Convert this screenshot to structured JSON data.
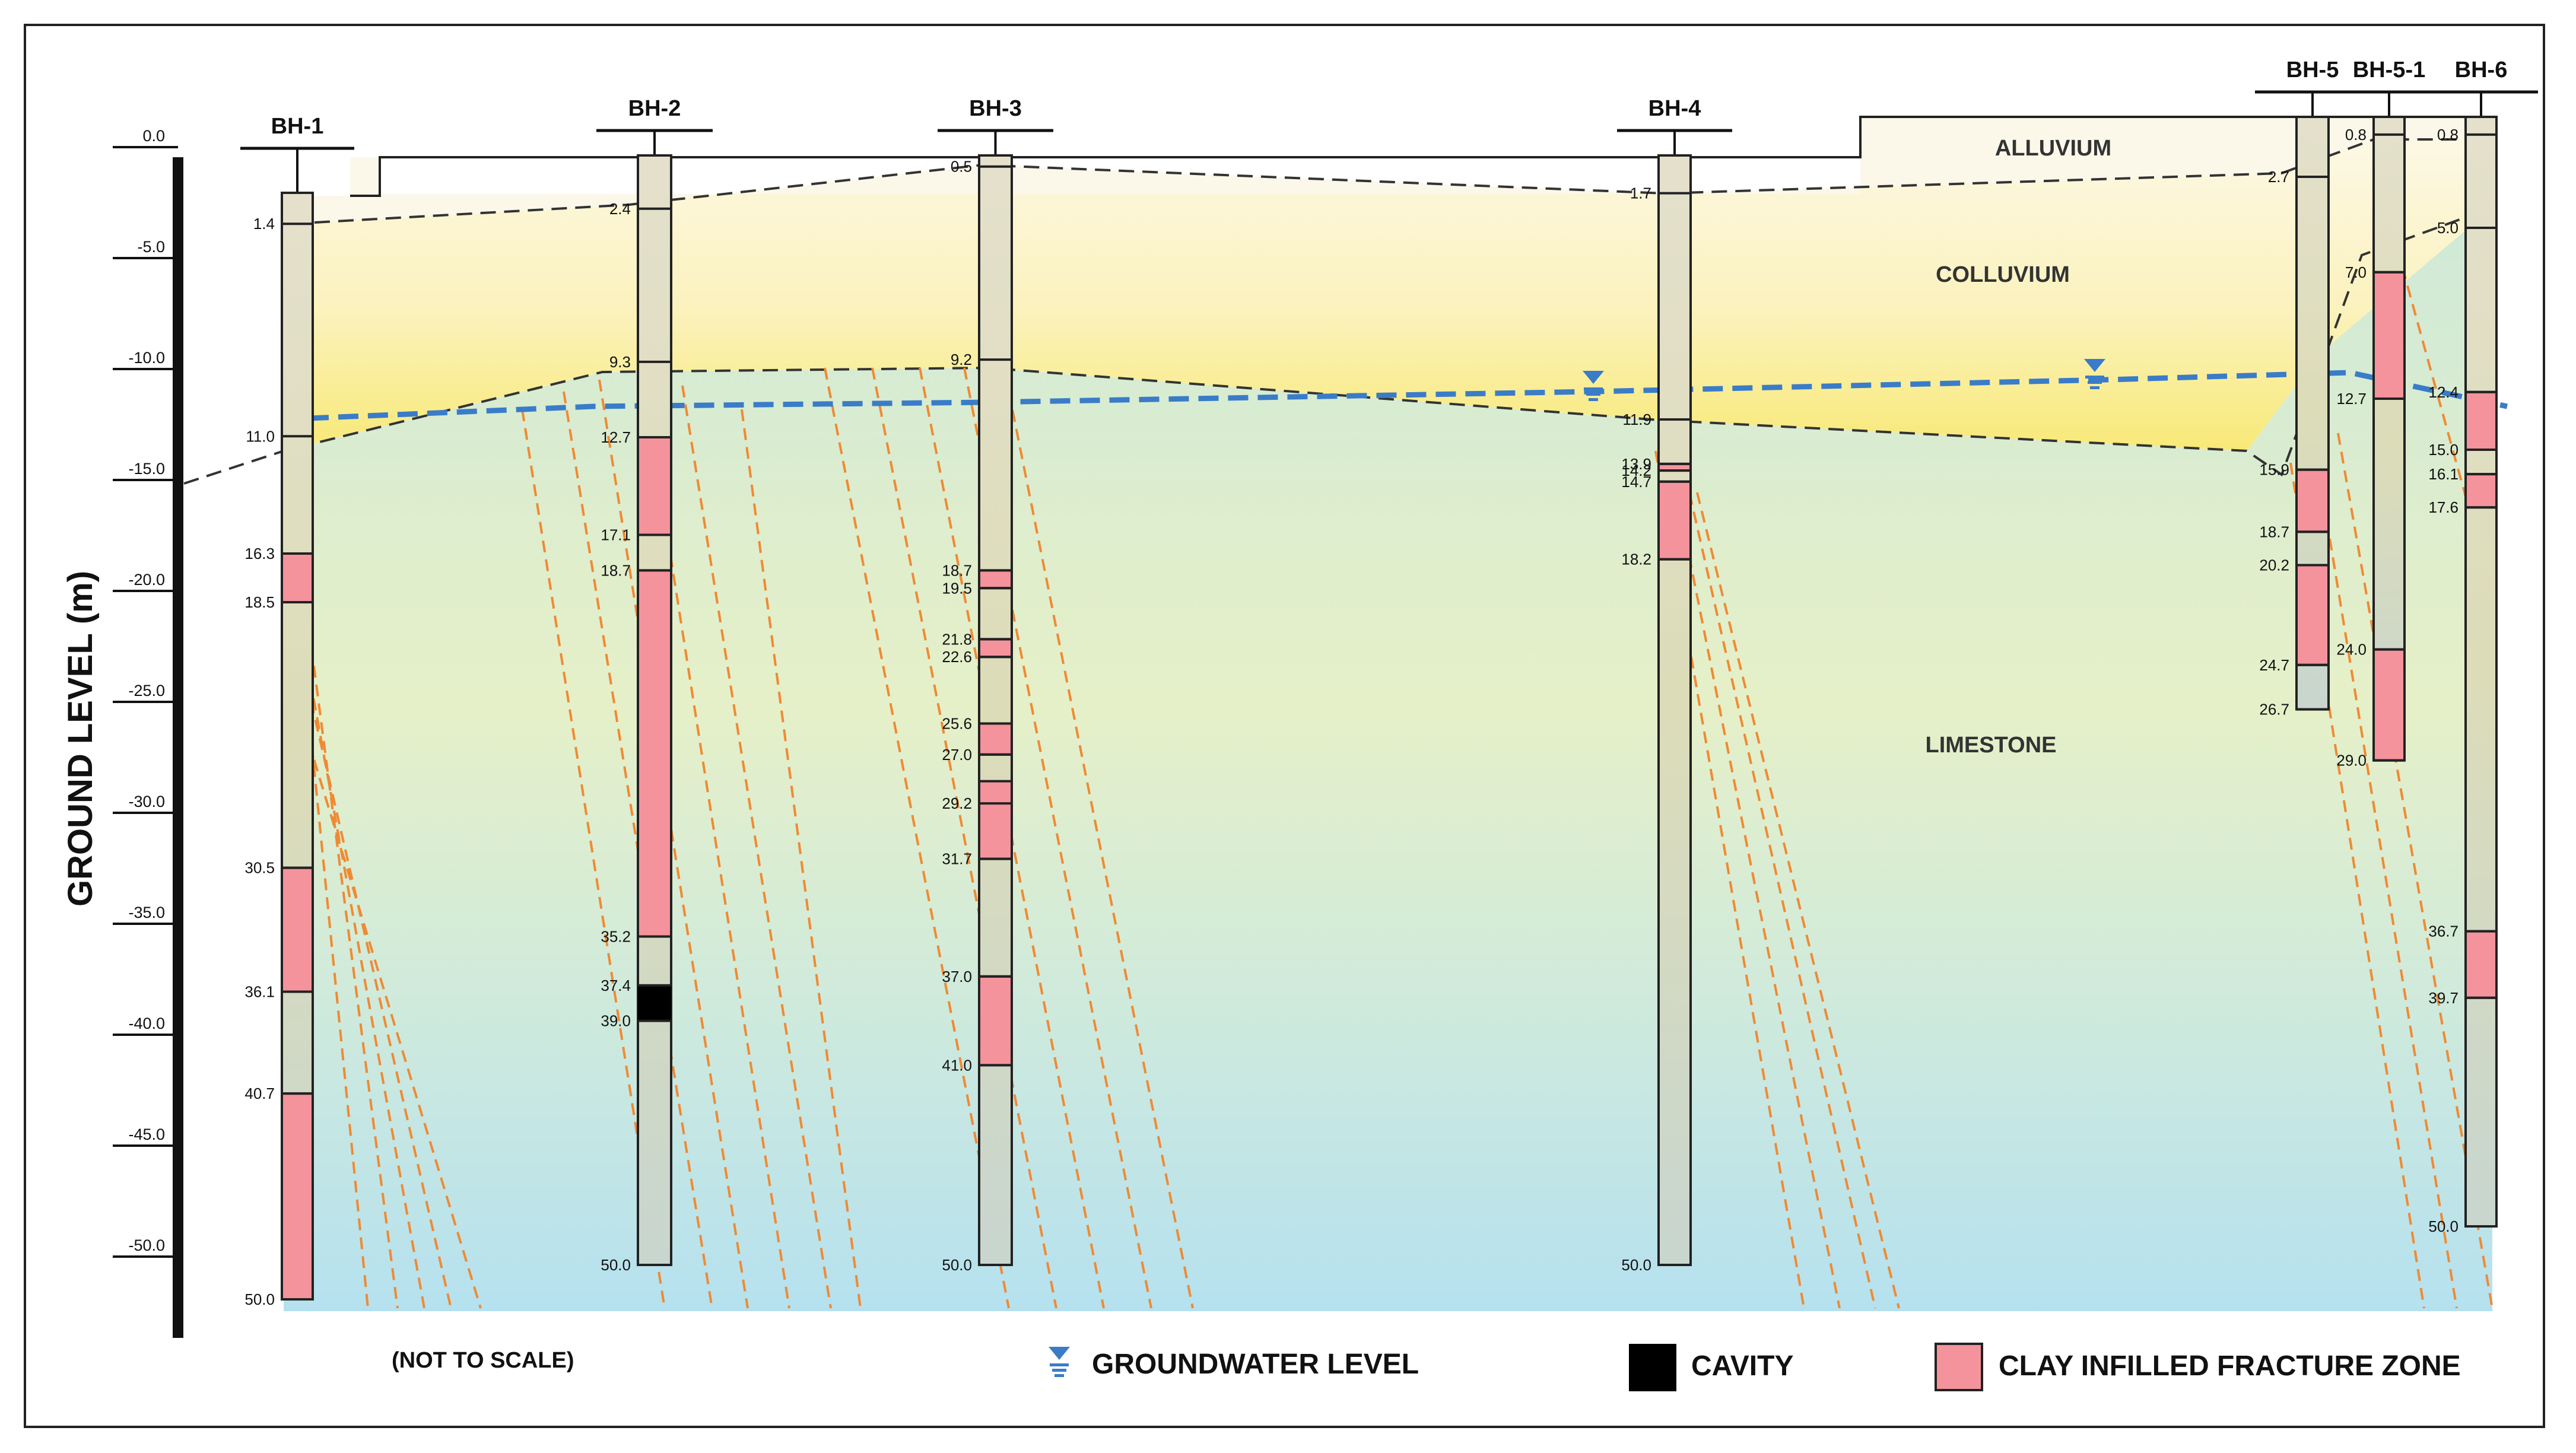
{
  "axis": {
    "title": "GROUND LEVEL (m)",
    "ticks": [
      "0.0",
      "-5.0",
      "-10.0",
      "-15.0",
      "-20.0",
      "-25.0",
      "-30.0",
      "-35.0",
      "-40.0",
      "-45.0",
      "-50.0"
    ],
    "tick_values": [
      0,
      -5,
      -10,
      -15,
      -20,
      -25,
      -30,
      -35,
      -40,
      -45,
      -50
    ]
  },
  "note": "(NOT TO SCALE)",
  "layers": {
    "alluvium": "ALLUVIUM",
    "colluvium": "COLLUVIUM",
    "limestone": "LIMESTONE"
  },
  "colors": {
    "alluvium": "#fbf8ea",
    "colluvium": "#f9ef9c",
    "limestone_top": "#c9e6d4",
    "limestone_bottom": "#b7e3ef",
    "clay": "#f4939b",
    "cavity": "#000000",
    "groundwater": "#3a7cc8",
    "fracture": "#ef8a34",
    "boundary": "#333333"
  },
  "boreholes": [
    {
      "id": "BH-1",
      "labels": [
        {
          "text": "1.4",
          "depth": 1.4
        },
        {
          "text": "11.0",
          "depth": 11.0
        },
        {
          "text": "16.3",
          "depth": 16.3
        },
        {
          "text": "18.5",
          "depth": 18.5
        },
        {
          "text": "30.5",
          "depth": 30.5
        },
        {
          "text": "36.1",
          "depth": 36.1
        },
        {
          "text": "40.7",
          "depth": 40.7
        },
        {
          "text": "50.0",
          "depth": 50.0
        }
      ],
      "clay": [
        [
          16.3,
          18.5
        ],
        [
          30.5,
          36.1
        ],
        [
          40.7,
          50.0
        ]
      ],
      "cavity": []
    },
    {
      "id": "BH-2",
      "labels": [
        {
          "text": "2.4",
          "depth": 2.4
        },
        {
          "text": "9.3",
          "depth": 9.3
        },
        {
          "text": "12.7",
          "depth": 12.7
        },
        {
          "text": "17.1",
          "depth": 17.1
        },
        {
          "text": "18.7",
          "depth": 18.7
        },
        {
          "text": "35.2",
          "depth": 35.2
        },
        {
          "text": "37.4",
          "depth": 37.4
        },
        {
          "text": "39.0",
          "depth": 39.0
        },
        {
          "text": "50.0",
          "depth": 50.0
        }
      ],
      "clay": [
        [
          12.7,
          17.1
        ],
        [
          18.7,
          35.2
        ]
      ],
      "cavity": [
        [
          37.4,
          39.0
        ]
      ]
    },
    {
      "id": "BH-3",
      "labels": [
        {
          "text": "0.5",
          "depth": 0.5
        },
        {
          "text": "9.2",
          "depth": 9.2
        },
        {
          "text": "18.7",
          "depth": 18.7
        },
        {
          "text": "19.5",
          "depth": 19.5
        },
        {
          "text": "21.8",
          "depth": 21.8
        },
        {
          "text": "22.6",
          "depth": 22.6
        },
        {
          "text": "25.6",
          "depth": 25.6
        },
        {
          "text": "27.0",
          "depth": 27.0
        },
        {
          "text": "29.2",
          "depth": 29.2
        },
        {
          "text": "31.7",
          "depth": 31.7
        },
        {
          "text": "37.0",
          "depth": 37.0
        },
        {
          "text": "41.0",
          "depth": 41.0
        },
        {
          "text": "50.0",
          "depth": 50.0
        }
      ],
      "clay": [
        [
          18.7,
          19.5
        ],
        [
          21.8,
          22.6
        ],
        [
          25.6,
          27.0
        ],
        [
          28.2,
          31.7
        ],
        [
          37.0,
          41.0
        ]
      ],
      "cavity": []
    },
    {
      "id": "BH-4",
      "labels": [
        {
          "text": "1.7",
          "depth": 1.7
        },
        {
          "text": "11.9",
          "depth": 11.9
        },
        {
          "text": "13.9",
          "depth": 13.9
        },
        {
          "text": "14.2",
          "depth": 14.2
        },
        {
          "text": "14.7",
          "depth": 14.7
        },
        {
          "text": "18.2",
          "depth": 18.2
        },
        {
          "text": "50.0",
          "depth": 50.0
        }
      ],
      "clay": [
        [
          13.9,
          14.2
        ],
        [
          14.7,
          18.2
        ]
      ],
      "cavity": []
    },
    {
      "id": "BH-5",
      "labels": [
        {
          "text": "2.7",
          "depth": 2.7
        },
        {
          "text": "15.9",
          "depth": 15.9
        },
        {
          "text": "18.7",
          "depth": 18.7
        },
        {
          "text": "20.2",
          "depth": 20.2
        },
        {
          "text": "24.7",
          "depth": 24.7
        },
        {
          "text": "26.7",
          "depth": 26.7
        }
      ],
      "clay": [
        [
          15.9,
          18.7
        ],
        [
          20.2,
          24.7
        ]
      ],
      "cavity": []
    },
    {
      "id": "BH-5-1",
      "labels": [
        {
          "text": "0.8",
          "depth": 0.8
        },
        {
          "text": "7.0",
          "depth": 7.0
        },
        {
          "text": "12.7",
          "depth": 12.7
        },
        {
          "text": "24.0",
          "depth": 24.0
        },
        {
          "text": "29.0",
          "depth": 29.0
        }
      ],
      "clay": [
        [
          7.0,
          12.7
        ],
        [
          24.0,
          29.0
        ]
      ],
      "cavity": []
    },
    {
      "id": "BH-6",
      "labels": [
        {
          "text": "0.8",
          "depth": 0.8
        },
        {
          "text": "5.0",
          "depth": 5.0
        },
        {
          "text": "12.4",
          "depth": 12.4
        },
        {
          "text": "15.0",
          "depth": 15.0
        },
        {
          "text": "16.1",
          "depth": 16.1
        },
        {
          "text": "17.6",
          "depth": 17.6
        },
        {
          "text": "36.7",
          "depth": 36.7
        },
        {
          "text": "39.7",
          "depth": 39.7
        },
        {
          "text": "50.0",
          "depth": 50.0
        }
      ],
      "clay": [
        [
          12.4,
          15.0
        ],
        [
          16.1,
          17.6
        ],
        [
          36.7,
          39.7
        ]
      ],
      "cavity": []
    }
  ],
  "legend": {
    "groundwater": "GROUNDWATER LEVEL",
    "cavity": "CAVITY",
    "clay": "CLAY INFILLED FRACTURE ZONE"
  }
}
